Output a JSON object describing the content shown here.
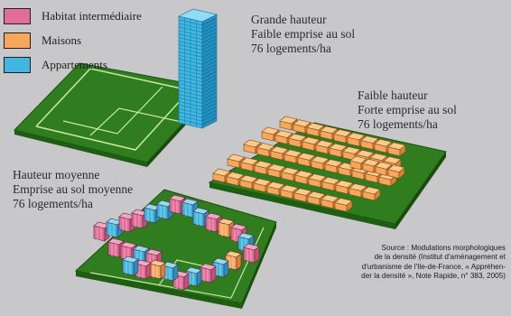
{
  "legend": [
    {
      "label": "Habitat intermédiaire",
      "color": "#e26e98"
    },
    {
      "label": "Maisons",
      "color": "#f7a75c"
    },
    {
      "label": "Appartements",
      "color": "#3fb7e0"
    }
  ],
  "labels": {
    "tower": {
      "line1": "Grande hauteur",
      "line2": "Faible emprise au sol",
      "line3": "76 logements/ha"
    },
    "houses": {
      "line1": "Faible hauteur",
      "line2": "Forte emprise au sol",
      "line3": "76 logements/ha"
    },
    "intermediate": {
      "line1": "Hauteur moyenne",
      "line2": "Emprise au sol moyenne",
      "line3": "76 logements/ha"
    }
  },
  "source": {
    "line1": "Source : Modulations morphologiques",
    "line2": "de la densité (Institut d'aménagement et",
    "line3": "d'urbanisme de l'Ile-de-France, « Appréhen-",
    "line4": "der la densité », Note Rapide, n° 383, 2005)"
  },
  "colors": {
    "background": "#c8c8ca",
    "ground": "#2f7d1f",
    "ground_side": "#1f5e12",
    "path": "#c8e9a6",
    "tower_front": "#3fb7e0",
    "tower_side": "#2290c0",
    "house_front": "#f7a75c",
    "house_top": "#ffc98a",
    "pink_front": "#e26e98",
    "pink_top": "#f3a6c2"
  }
}
